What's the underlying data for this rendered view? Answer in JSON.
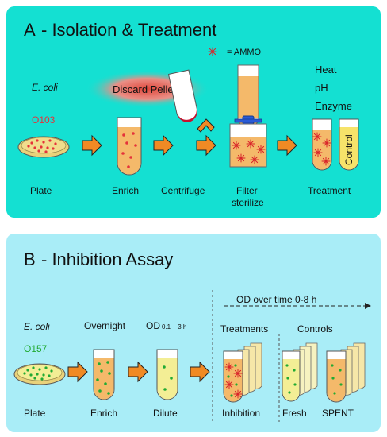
{
  "colors": {
    "panel_a": "#14e0d2",
    "panel_b": "#a9edf7",
    "arrow": "#f08a24",
    "media": "#f4b96a",
    "fresh": "#f3ee95",
    "bacteria_red": "#e5323a",
    "bacteria_green": "#22aa33",
    "ammo_red": "#d9252a"
  },
  "panel_a": {
    "letter": "A",
    "title": "- Isolation & Treatment",
    "organism": "E. coli",
    "strain": "O103",
    "discard": "Discard Pellet",
    "legend": "= AMMO",
    "treatments_list": [
      "Heat",
      "pH",
      "Enzyme"
    ],
    "control_label": "Control",
    "steps": {
      "plate": "Plate",
      "enrich": "Enrich",
      "centrifuge": "Centrifuge",
      "filter_line1": "Filter",
      "filter_line2": "sterilize",
      "treatment": "Treatment"
    }
  },
  "panel_b": {
    "letter": "B",
    "title": "- Inhibition Assay",
    "organism": "E. coli",
    "strain": "O157",
    "overnight": "Overnight",
    "od_main": "OD",
    "od_sub": "0.1 + 3 h",
    "timeline": "OD over time 0-8 h",
    "treatments_header": "Treatments",
    "controls_header": "Controls",
    "steps": {
      "plate": "Plate",
      "enrich": "Enrich",
      "dilute": "Dilute",
      "inhibition": "Inhibition",
      "fresh": "Fresh",
      "spent": "SPENT"
    }
  }
}
